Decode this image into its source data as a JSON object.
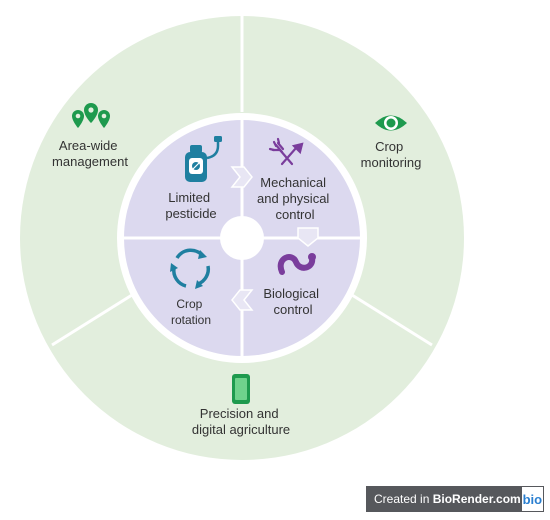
{
  "outer_ring": {
    "segments": [
      {
        "lines": [
          "Area-wide",
          "management"
        ],
        "icon": "map-pins-icon"
      },
      {
        "lines": [
          "Crop",
          "monitoring"
        ],
        "icon": "eye-icon"
      },
      {
        "lines": [
          "Precision and",
          "digital agriculture"
        ],
        "icon": "smartphone-icon"
      }
    ]
  },
  "inner_circle": {
    "quadrants": [
      {
        "lines": [
          "Limited",
          "pesticide"
        ],
        "icon": "sprayer-icon"
      },
      {
        "lines": [
          "Mechanical",
          "and physical",
          "control"
        ],
        "icon": "tools-icon"
      },
      {
        "lines": [
          "Biological",
          "control"
        ],
        "icon": "worm-icon"
      },
      {
        "lines": [
          "Crop",
          "rotation"
        ],
        "icon": "cycle-arrows-icon"
      }
    ]
  },
  "attribution": {
    "prefix": "Created in ",
    "brand": "BioRender.com",
    "logo": "bio"
  },
  "colors": {
    "outer_ring": "#e2eedd",
    "inner_fill": "#dcd9ef",
    "green_icon": "#1e9a4e",
    "purple_icon": "#7a3d9c",
    "teal_icon": "#1f7fa0",
    "text": "#333333"
  }
}
